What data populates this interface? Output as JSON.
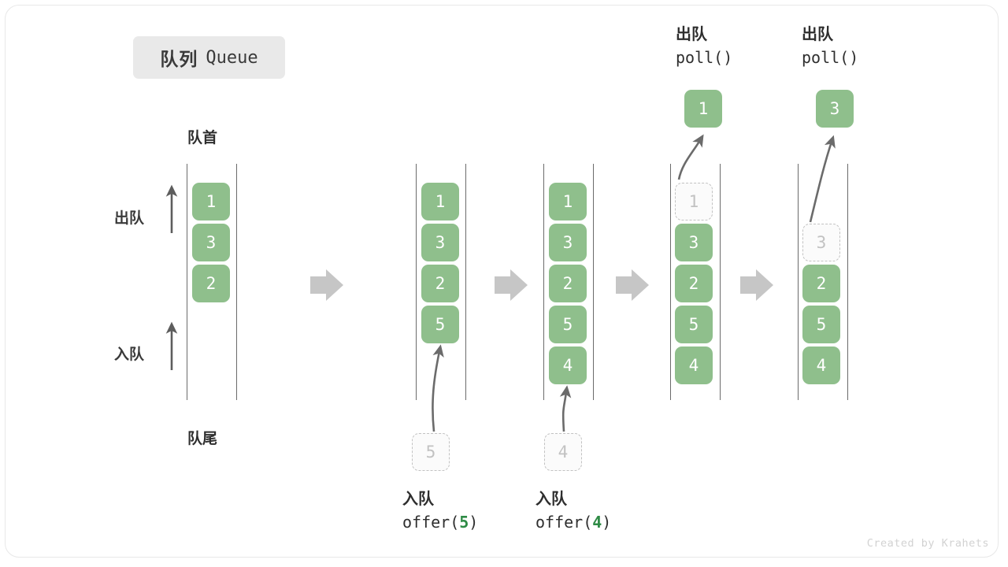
{
  "title": {
    "cn": "队列",
    "en": "Queue"
  },
  "labels": {
    "front": "队首",
    "rear": "队尾",
    "dequeue": "出队",
    "enqueue": "入队"
  },
  "footer": "Created by Krahets",
  "colors": {
    "cell_fill": "#8fbf8c",
    "cell_text": "#ffffff",
    "ghost_border": "#c2c2c2",
    "ghost_text": "#c2c2c2",
    "rail": "#6b6b6b",
    "step_arrow": "#c6c6c6",
    "accent_code": "#2e8b45",
    "badge_bg": "#e9e9e9"
  },
  "columns": [
    {
      "id": "state-initial",
      "cells": [
        {
          "value": "1",
          "state": "solid"
        },
        {
          "value": "3",
          "state": "solid"
        },
        {
          "value": "2",
          "state": "solid"
        }
      ]
    },
    {
      "id": "state-after-offer-5",
      "cells": [
        {
          "value": "1",
          "state": "solid"
        },
        {
          "value": "3",
          "state": "solid"
        },
        {
          "value": "2",
          "state": "solid"
        },
        {
          "value": "5",
          "state": "solid"
        }
      ]
    },
    {
      "id": "state-after-offer-4",
      "cells": [
        {
          "value": "1",
          "state": "solid"
        },
        {
          "value": "3",
          "state": "solid"
        },
        {
          "value": "2",
          "state": "solid"
        },
        {
          "value": "5",
          "state": "solid"
        },
        {
          "value": "4",
          "state": "solid"
        }
      ]
    },
    {
      "id": "state-after-poll-1",
      "cells": [
        {
          "value": "1",
          "state": "ghost"
        },
        {
          "value": "3",
          "state": "solid"
        },
        {
          "value": "2",
          "state": "solid"
        },
        {
          "value": "5",
          "state": "solid"
        },
        {
          "value": "4",
          "state": "solid"
        }
      ]
    },
    {
      "id": "state-after-poll-3",
      "cells": [
        {
          "value": "",
          "state": "empty"
        },
        {
          "value": "3",
          "state": "ghost"
        },
        {
          "value": "2",
          "state": "solid"
        },
        {
          "value": "5",
          "state": "solid"
        },
        {
          "value": "4",
          "state": "solid"
        }
      ]
    }
  ],
  "operations": {
    "offer_5": {
      "cn": "入队",
      "code_prefix": "offer(",
      "arg": "5",
      "code_suffix": ")",
      "input_value": "5"
    },
    "offer_4": {
      "cn": "入队",
      "code_prefix": "offer(",
      "arg": "4",
      "code_suffix": ")",
      "input_value": "4"
    },
    "poll_1": {
      "cn": "出队",
      "code": "poll()",
      "result_value": "1"
    },
    "poll_3": {
      "cn": "出队",
      "code": "poll()",
      "result_value": "3"
    }
  }
}
